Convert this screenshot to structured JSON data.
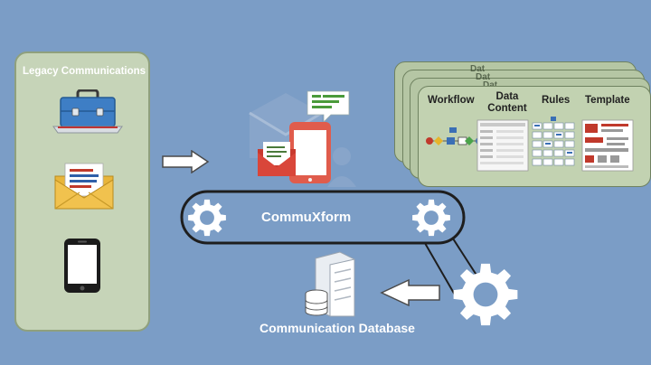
{
  "colors": {
    "background": "#7b9dc6",
    "panel": "#c6d4b8",
    "card": "#c2d2b1",
    "gear": "#ffffff",
    "belt": "#1e1e1e"
  },
  "legacy": {
    "title": "Legacy Communications",
    "icons": [
      "briefcase-icon",
      "envelope-icon",
      "smartphone-icon"
    ]
  },
  "center": {
    "icons": [
      "envelope-icon",
      "tablet-icon",
      "speech-bubble-icon"
    ]
  },
  "cards": {
    "workflow": "Workflow",
    "data_content_line1": "Data",
    "data_content_line2": "Content",
    "rules": "Rules",
    "template": "Template",
    "ghost_fragment": "Dat"
  },
  "belt": {
    "label": "CommuXform"
  },
  "database": {
    "label": "Communication Database"
  }
}
